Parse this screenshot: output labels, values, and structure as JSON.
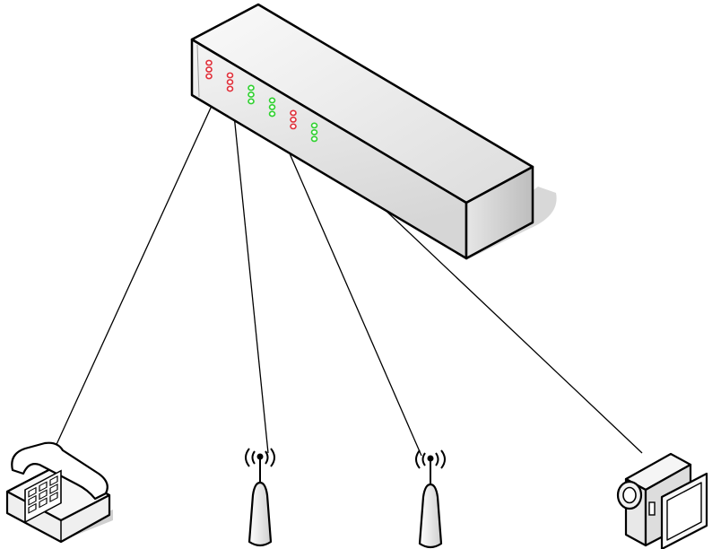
{
  "diagram": {
    "hub": {
      "icon": "network-switch-icon",
      "port_leds": [
        {
          "column": 1,
          "color": "red",
          "count": 3
        },
        {
          "column": 2,
          "color": "red",
          "count": 3
        },
        {
          "column": 3,
          "color": "green",
          "count": 3
        },
        {
          "column": 4,
          "color": "green",
          "count": 3
        },
        {
          "column": 5,
          "color": "red",
          "count": 3
        },
        {
          "column": 6,
          "color": "green",
          "count": 3
        }
      ]
    },
    "devices": [
      {
        "id": "telephone",
        "icon": "telephone-icon"
      },
      {
        "id": "antenna-1",
        "icon": "wireless-antenna-icon"
      },
      {
        "id": "antenna-2",
        "icon": "wireless-antenna-icon"
      },
      {
        "id": "video-camera",
        "icon": "video-camera-icon"
      }
    ],
    "connections": [
      {
        "from": "hub",
        "to": "telephone"
      },
      {
        "from": "hub",
        "to": "antenna-1"
      },
      {
        "from": "hub",
        "to": "antenna-2"
      },
      {
        "from": "hub",
        "to": "video-camera"
      }
    ],
    "colors": {
      "led_red": "#e0303a",
      "led_green": "#2fd12f",
      "outline": "#000000",
      "body_light": "#f2f2f2",
      "body_shadow": "#c8c8c8"
    }
  }
}
